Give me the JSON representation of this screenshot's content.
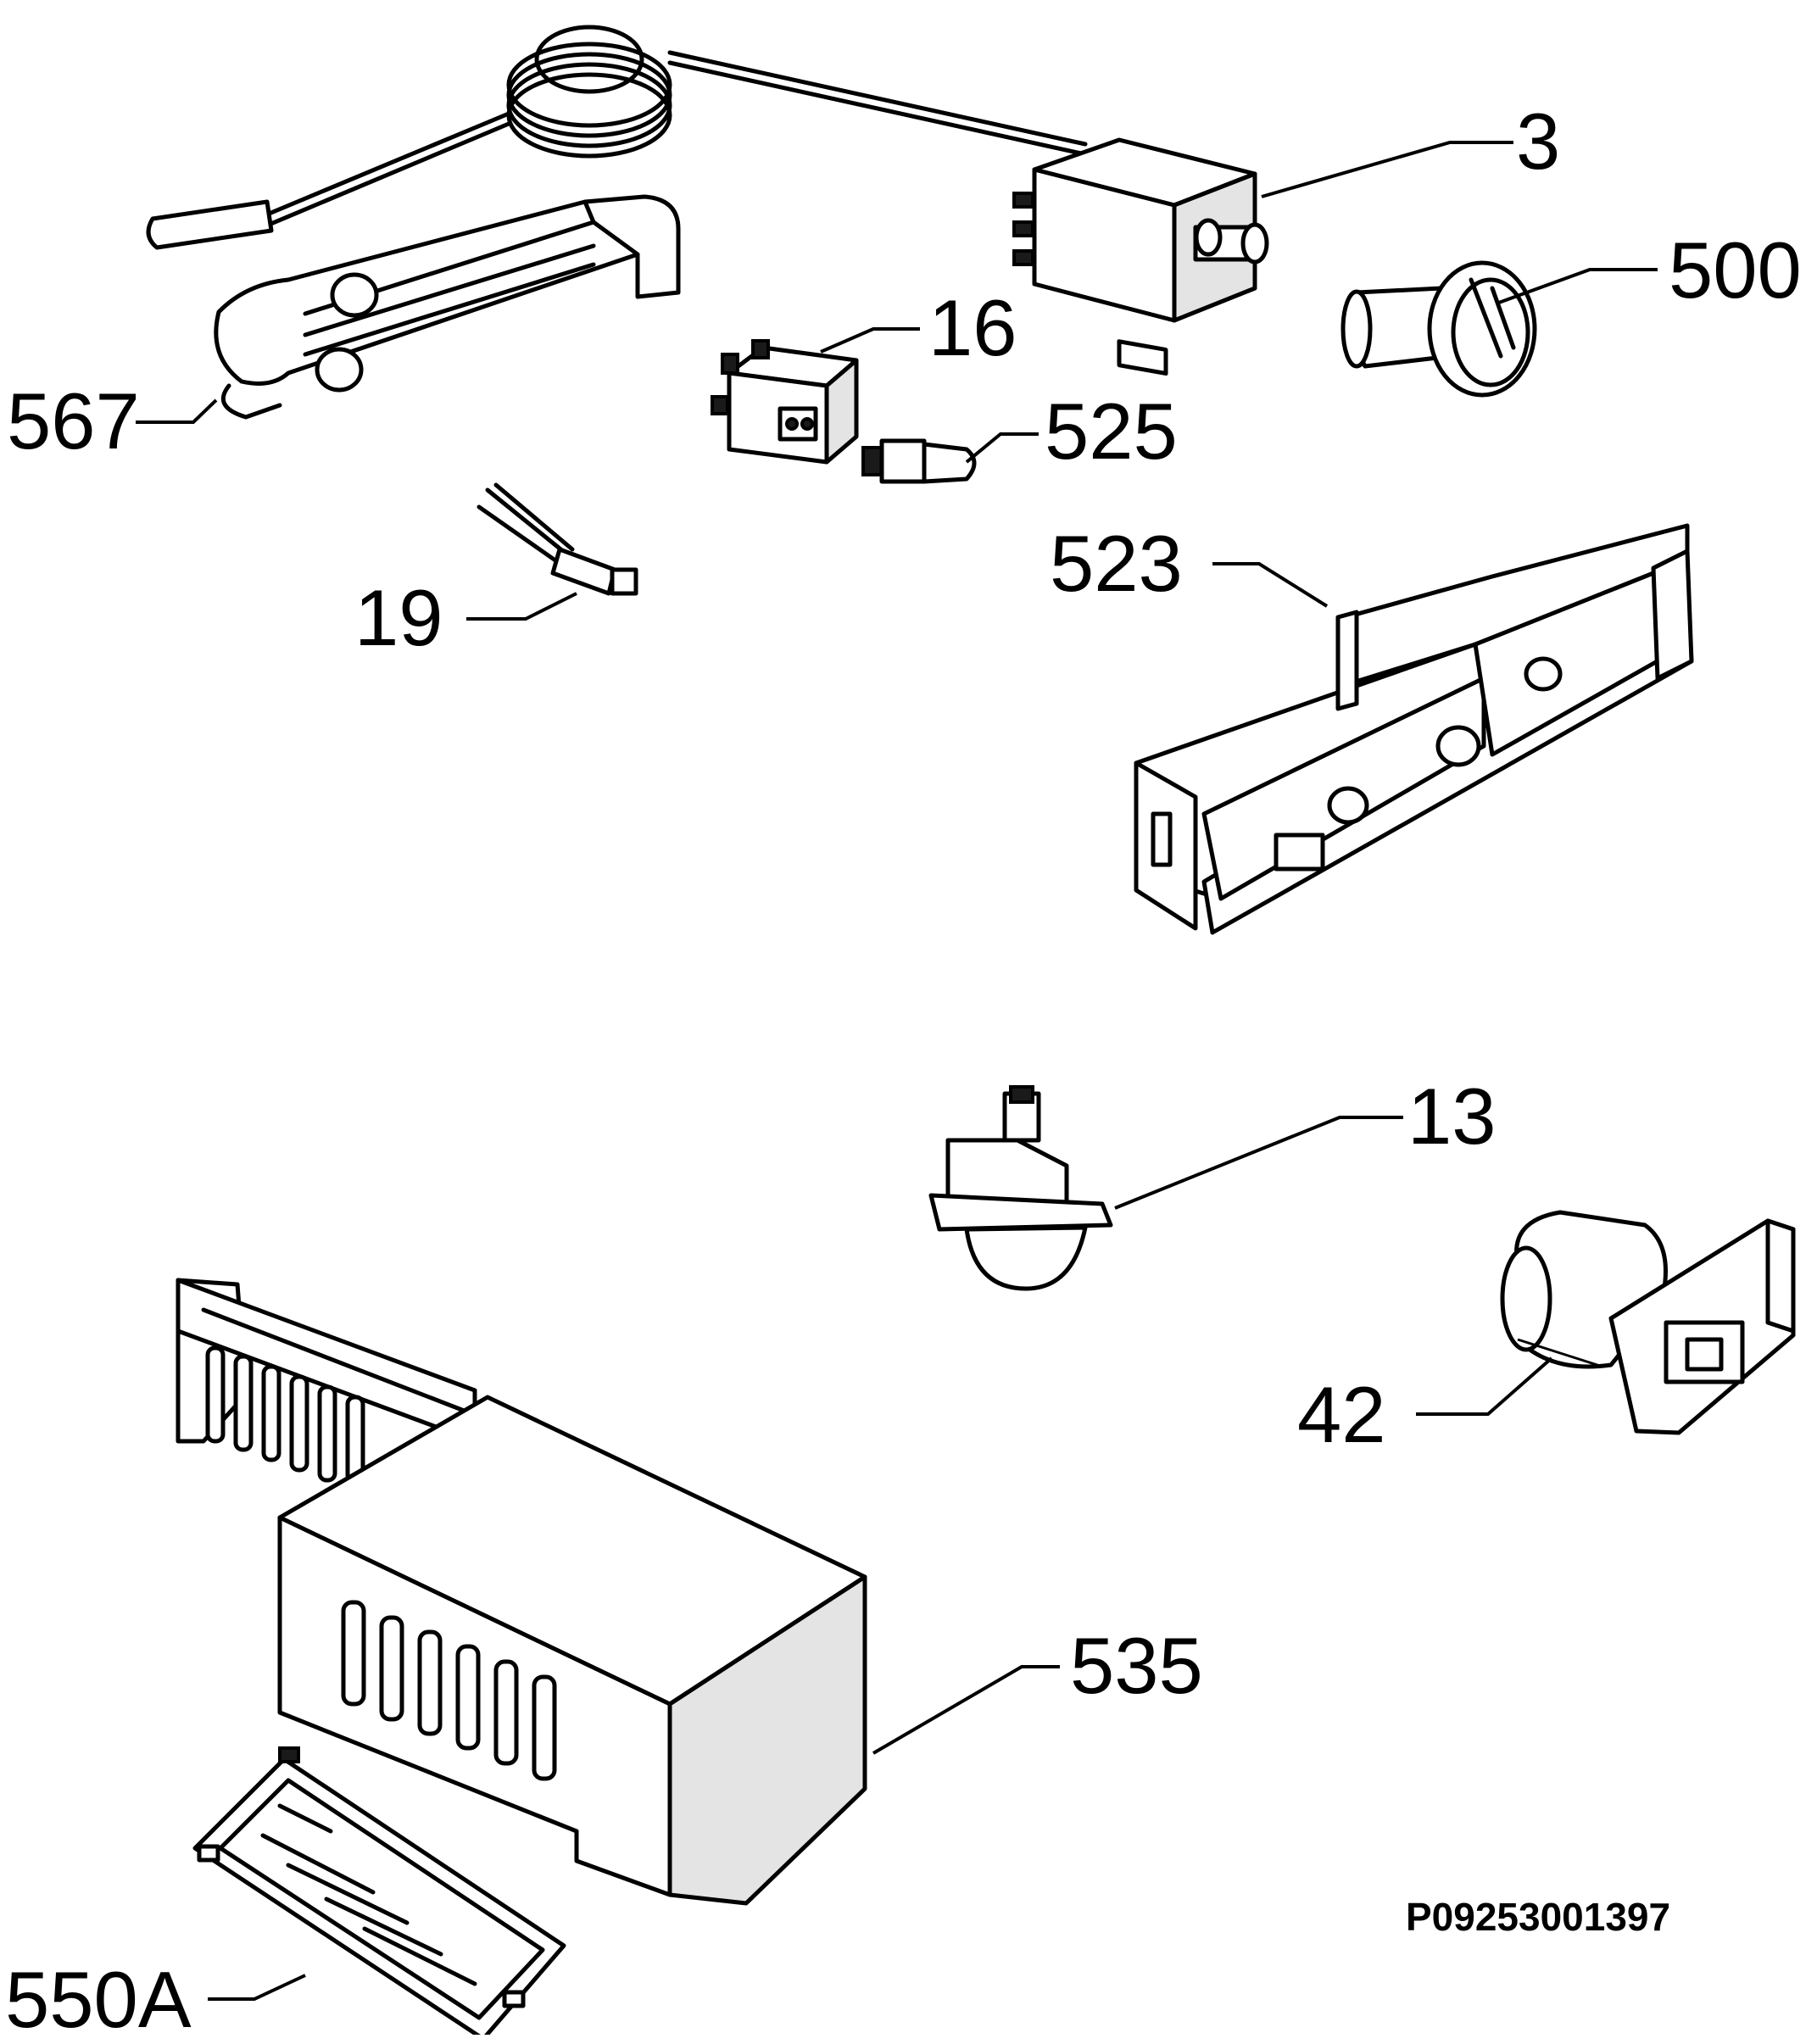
{
  "diagram": {
    "drawing_code": "P09253001397",
    "callouts": [
      {
        "id": "3",
        "label": "3"
      },
      {
        "id": "500",
        "label": "500"
      },
      {
        "id": "16",
        "label": "16"
      },
      {
        "id": "567",
        "label": "567"
      },
      {
        "id": "525",
        "label": "525"
      },
      {
        "id": "523",
        "label": "523"
      },
      {
        "id": "19",
        "label": "19"
      },
      {
        "id": "13",
        "label": "13"
      },
      {
        "id": "42",
        "label": "42"
      },
      {
        "id": "535",
        "label": "535"
      },
      {
        "id": "550A",
        "label": "550A"
      }
    ]
  }
}
